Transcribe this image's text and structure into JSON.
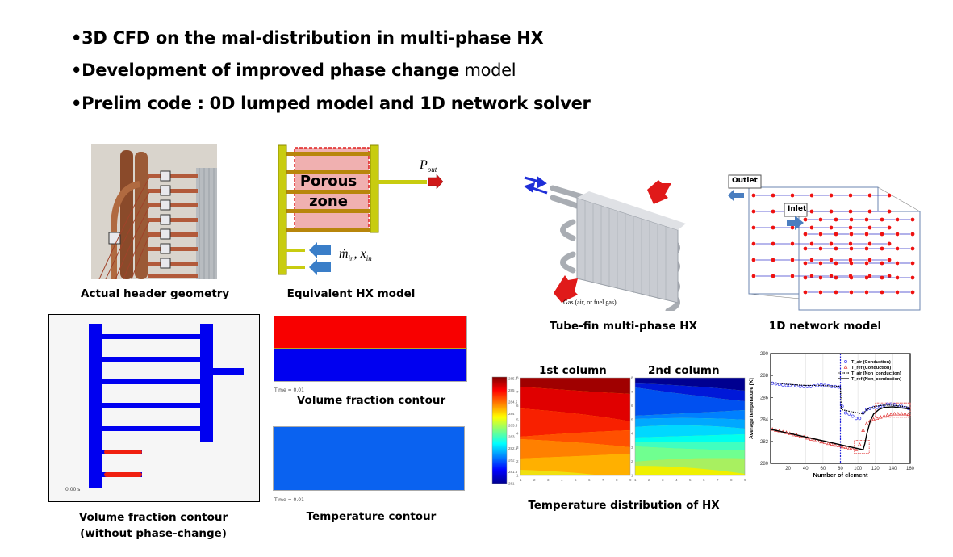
{
  "bullets": [
    {
      "bold": "3D CFD on the mal-distribution in multi-phase HX",
      "normal": ""
    },
    {
      "bold": "Development of improved phase change",
      "normal": " model"
    },
    {
      "bold": "Prelim code : 0D lumped model and 1D network solver",
      "normal": ""
    }
  ],
  "bullet_glyph": "•",
  "captions": {
    "header_photo": "Actual header geometry",
    "equiv_model": "Equivalent HX model",
    "tube_fin": "Tube-fin multi-phase HX",
    "network": "1D network model",
    "vof_line1": "Volume fraction contour",
    "vof_line2": "(without phase-change)",
    "vof_contour": "Volume fraction contour",
    "temp_contour": "Temperature contour",
    "temp_dist": "Temperature distribution of HX"
  },
  "equiv_model": {
    "zone_line1": "Porous",
    "zone_line2": "zone",
    "outlet_label": "P",
    "outlet_sub": "out",
    "inlet_label": "ṁ",
    "inlet_sub": "in",
    "inlet_label2": ", x",
    "inlet_sub2": "in"
  },
  "tube_fin": {
    "gas_label": "Gas (air, or fuel gas)"
  },
  "network": {
    "outlet_label": "Outlet",
    "inlet_label": "Inlet"
  },
  "vof_sim": {
    "time_label": "0.00 s"
  },
  "vof_contour": {
    "time_label": "Time = 0.01"
  },
  "temp_contour": {
    "time_label": "Time = 0.01"
  },
  "temp_dist": {
    "col1_title": "1st column",
    "col2_title": "2nd column",
    "colorbar_ticks": [
      "285.5",
      "285",
      "284.5",
      "284",
      "283.5",
      "283",
      "282.5",
      "282",
      "281.5",
      "281"
    ],
    "y_ticks": [
      "8",
      "7",
      "6",
      "5",
      "4",
      "3",
      "2",
      "1"
    ],
    "x_ticks": [
      "1",
      "2",
      "3",
      "4",
      "5",
      "6",
      "7",
      "8",
      "9"
    ]
  },
  "chart_data": {
    "type": "line",
    "title": "",
    "xlabel": "Number of element",
    "ylabel": "Average temperature [K]",
    "xlim": [
      0,
      160
    ],
    "ylim": [
      280,
      290
    ],
    "x_ticks": [
      20,
      40,
      60,
      80,
      100,
      120,
      140,
      160
    ],
    "y_ticks": [
      280,
      282,
      284,
      286,
      288,
      290
    ],
    "legend_position": "top-right",
    "grid": true,
    "vline_x": 80,
    "series": [
      {
        "name": "T_air (Conduction)",
        "marker": "circle",
        "color": "#3a3af0",
        "x": [
          2,
          6,
          10,
          14,
          18,
          22,
          26,
          30,
          34,
          38,
          42,
          46,
          50,
          54,
          58,
          62,
          66,
          70,
          74,
          78,
          82,
          86,
          90,
          94,
          98,
          102,
          106,
          110,
          114,
          118,
          122,
          126,
          130,
          134,
          138,
          142,
          146,
          150,
          154,
          158
        ],
        "y": [
          287.3,
          287.25,
          287.2,
          287.15,
          287.1,
          287.1,
          287.05,
          287.05,
          287.0,
          287.0,
          287.0,
          287.0,
          287.05,
          287.1,
          287.15,
          287.1,
          287.05,
          287.0,
          287.0,
          286.95,
          285.2,
          284.6,
          284.5,
          284.3,
          284.1,
          284.1,
          284.6,
          284.9,
          285.0,
          285.1,
          285.1,
          285.2,
          285.3,
          285.4,
          285.4,
          285.35,
          285.3,
          285.2,
          285.1,
          285.0
        ]
      },
      {
        "name": "T_ref (Conduction)",
        "marker": "triangle",
        "color": "#e03030",
        "x": [
          2,
          6,
          10,
          14,
          18,
          22,
          26,
          30,
          34,
          38,
          42,
          46,
          50,
          54,
          58,
          62,
          66,
          70,
          74,
          78,
          82,
          86,
          90,
          94,
          98,
          102,
          106,
          110,
          114,
          118,
          122,
          126,
          130,
          134,
          138,
          142,
          146,
          150,
          154,
          158
        ],
        "y": [
          283.1,
          283.0,
          282.95,
          282.85,
          282.8,
          282.7,
          282.6,
          282.55,
          282.45,
          282.4,
          282.3,
          282.2,
          282.15,
          282.05,
          281.95,
          281.9,
          281.8,
          281.75,
          281.65,
          281.6,
          281.5,
          281.45,
          281.35,
          281.3,
          281.25,
          281.7,
          283.0,
          283.6,
          283.85,
          284.0,
          284.1,
          284.2,
          284.3,
          284.4,
          284.45,
          284.5,
          284.5,
          284.5,
          284.5,
          284.45
        ]
      },
      {
        "name": "T_air (Non_conduction)",
        "line": "dotted",
        "color": "#000000",
        "x": [
          0,
          20,
          40,
          60,
          80,
          81,
          90,
          100,
          106,
          110,
          120,
          130,
          140,
          150,
          160
        ],
        "y": [
          287.35,
          287.2,
          287.1,
          287.1,
          287.0,
          284.9,
          284.75,
          284.6,
          284.5,
          284.9,
          285.2,
          285.3,
          285.3,
          285.2,
          285.1
        ]
      },
      {
        "name": "T_ref (Non_conduction)",
        "line": "solid",
        "color": "#000000",
        "x": [
          0,
          20,
          40,
          60,
          80,
          100,
          106,
          108,
          110,
          114,
          118,
          124,
          130,
          140,
          150,
          160
        ],
        "y": [
          283.1,
          282.75,
          282.4,
          282.05,
          281.7,
          281.35,
          281.25,
          281.8,
          282.6,
          283.8,
          284.5,
          284.9,
          285.1,
          285.15,
          285.05,
          284.95
        ]
      }
    ]
  }
}
